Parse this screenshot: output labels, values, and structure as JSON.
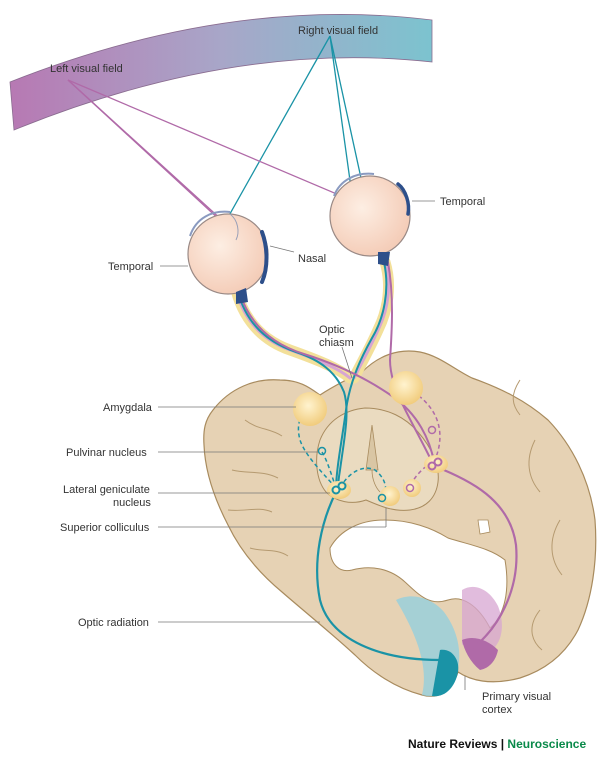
{
  "labels": {
    "right_visual_field": "Right visual field",
    "left_visual_field": "Left visual field",
    "temporal_right": "Temporal",
    "temporal_left": "Temporal",
    "nasal": "Nasal",
    "optic_chiasm_1": "Optic",
    "optic_chiasm_2": "chiasm",
    "amygdala": "Amygdala",
    "pulvinar_nucleus": "Pulvinar nucleus",
    "lgn_1": "Lateral geniculate",
    "lgn_2": "nucleus",
    "superior_colliculus": "Superior colliculus",
    "optic_radiation": "Optic radiation",
    "primary_visual_cortex_1": "Primary visual",
    "primary_visual_cortex_2": "cortex"
  },
  "footer": {
    "journal": "Nature Reviews",
    "separator": "|",
    "section": "Neuroscience"
  },
  "colors": {
    "right_pathway": "#1a93a6",
    "left_pathway": "#b06aa8",
    "brain_tissue": "#e6d2b4",
    "field_left": "#b779b3",
    "field_right": "#7cc3cf",
    "nucleus_yellow": "#f5d89a",
    "optic_nerve_yellow": "#f3e09a",
    "footer_accent": "#0a8a4a"
  }
}
